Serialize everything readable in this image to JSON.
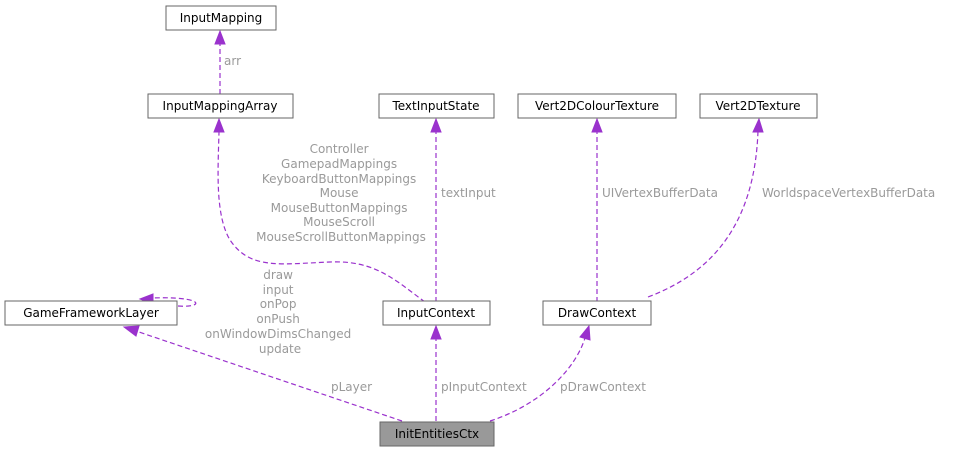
{
  "colors": {
    "edge": "#9a32cd",
    "label": "#9a9a9a",
    "box_border": "#666666",
    "root_fill": "#999999"
  },
  "nodes": {
    "input_mapping": "InputMapping",
    "input_mapping_array": "InputMappingArray",
    "text_input_state": "TextInputState",
    "vert2d_colour_texture": "Vert2DColourTexture",
    "vert2d_texture": "Vert2DTexture",
    "game_framework_layer": "GameFrameworkLayer",
    "input_context": "InputContext",
    "draw_context": "DrawContext",
    "init_entities_ctx": "InitEntitiesCtx"
  },
  "edge_labels": {
    "arr": "arr",
    "input_context_members": [
      "Controller",
      "GamepadMappings",
      "KeyboardButtonMappings",
      "Mouse",
      "MouseButtonMappings",
      "MouseScroll",
      "MouseScrollButtonMappings"
    ],
    "text_input": "textInput",
    "ui_vertex_buffer": "UIVertexBufferData",
    "worldspace_vertex_buffer": "WorldspaceVertexBufferData",
    "layer_self": [
      "draw",
      "input",
      "onPop",
      "onPush",
      "onWindowDimsChanged",
      "update"
    ],
    "p_layer": "pLayer",
    "p_input_context": "pInputContext",
    "p_draw_context": "pDrawContext"
  }
}
